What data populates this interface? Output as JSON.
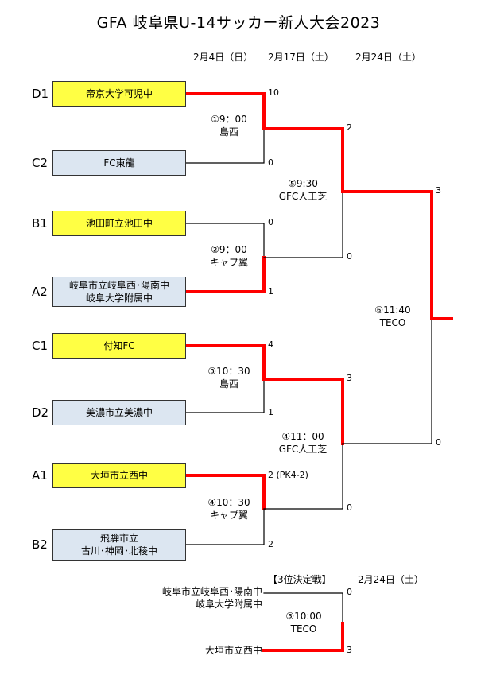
{
  "title": "GFA 岐阜県U-14サッカー新人大会2023",
  "dates": {
    "d1": "2月4日（日）",
    "d2": "2月17日（土）",
    "d3": "2月24日（土）"
  },
  "teams": [
    {
      "seed": "D1",
      "name": "帝京大学可児中",
      "score": "10"
    },
    {
      "seed": "C2",
      "name": "FC東龍",
      "score": "0"
    },
    {
      "seed": "B1",
      "name": "池田町立池田中",
      "score": "0"
    },
    {
      "seed": "A2",
      "name": "岐阜市立岐阜西･陽南中\n岐阜大学附属中",
      "score": "1"
    },
    {
      "seed": "C1",
      "name": "付知FC",
      "score": "4"
    },
    {
      "seed": "D2",
      "name": "美濃市立美濃中",
      "score": "1"
    },
    {
      "seed": "A1",
      "name": "大垣市立西中",
      "score": "2 (PK4-2)"
    },
    {
      "seed": "B2",
      "name": "飛騨市立\n古川･神岡･北稜中",
      "score": "2"
    }
  ],
  "matches": {
    "m1": "①9：00\n島西",
    "m2": "②9：00\nキャプ翼",
    "m3": "③10：30\n島西",
    "m4": "④10：30\nキャプ翼",
    "m5": "⑤9:30\nGFC人工芝",
    "m6": "④11：00\nGFC人工芝",
    "final": "⑥11:40\nTECO"
  },
  "round2_scores": {
    "s1": "2",
    "s2": "0",
    "s3": "3",
    "s4": "0"
  },
  "final_scores": {
    "top": "3",
    "bottom": "0"
  },
  "third_place": {
    "heading": "【3位決定戦】",
    "date": "2月24日（土）",
    "team1": "岐阜市立岐阜西･陽南中\n岐阜大学附属中",
    "team2": "大垣市立西中",
    "score1": "0",
    "score2": "3",
    "match": "⑤10:00\nTECO"
  },
  "colors": {
    "winner_line": "#ff0000",
    "line": "#000000",
    "winner_box": "#ffff44",
    "loser_box": "#dce6f1"
  }
}
